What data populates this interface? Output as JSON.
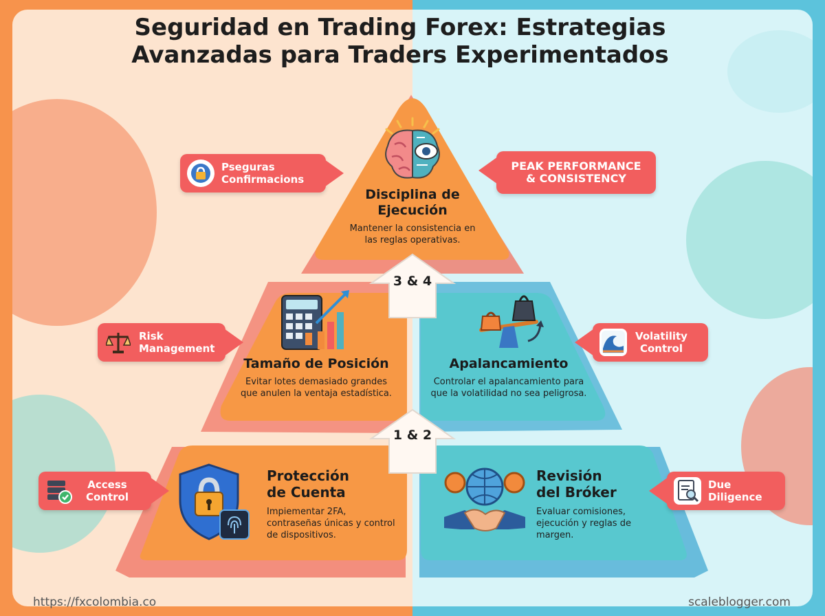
{
  "title_line1": "Seguridad en Trading Forex: Estrategias",
  "title_line2": "Avanzadas para Traders Experimentados",
  "top": {
    "heading": "Disciplina de Ejecución",
    "text": "Mantener la consistencia en las reglas operativas."
  },
  "middle_left": {
    "heading": "Tamaño de Posición",
    "text": "Evitar lotes demasiado grandes que anulen la ventaja estadística."
  },
  "middle_right": {
    "heading": "Apalancamiento",
    "text": "Controlar el apalancamiento para que la volatilidad no sea peligrosa."
  },
  "bottom_left": {
    "heading": "Protección de Cuenta",
    "text": "Impiementar 2FA, contraseñas únicas y control de dispositivos."
  },
  "bottom_right": {
    "heading": "Revisión del Bróker",
    "text": "Evaluar comisiones, ejecución y reglas de margen."
  },
  "arrows": {
    "upper": "3 & 4",
    "lower": "1 & 2"
  },
  "tags": {
    "confirmations": "Pseguras Confirmacions",
    "peak": "PEAK PERFORMANCE & CONSISTENCY",
    "risk": "Risk Management",
    "volatility": "Volatility Control",
    "access": "Access Control",
    "due": "Due Diligence"
  },
  "footer": {
    "left": "https://fxcolombia.co",
    "right": "scaleblogger.com"
  },
  "colors": {
    "orange": "#f79845",
    "teal": "#58c8cf",
    "red_tag": "#f25e5e"
  },
  "icons": [
    "brain-eye-icon",
    "padlock-badge-icon",
    "calculator-chart-icon",
    "seesaw-weights-icon",
    "shield-lock-fingerprint-icon",
    "handshake-globe-icon",
    "scales-icon",
    "wave-icon",
    "server-check-icon",
    "document-magnifier-icon"
  ]
}
